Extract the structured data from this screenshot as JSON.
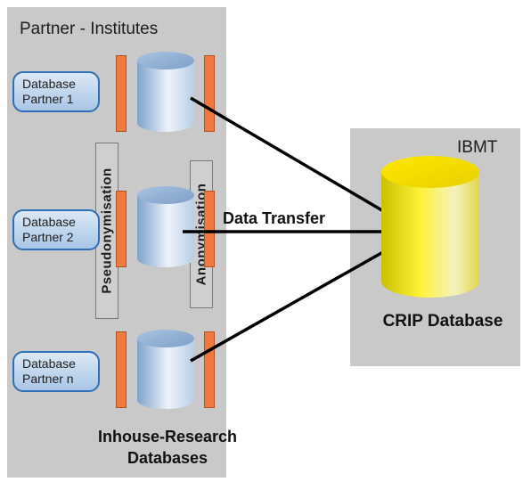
{
  "partner_panel": {
    "title": "Partner - Institutes"
  },
  "ibmt_panel": {
    "title": "IBMT"
  },
  "partners": [
    {
      "line1": "Database",
      "line2": "Partner 1"
    },
    {
      "line1": "Database",
      "line2": "Partner 2"
    },
    {
      "line1": "Database",
      "line2": "Partner n"
    }
  ],
  "pseudonymisation_label": "Pseudonymisation",
  "anonymisation_label": "Anonymisation",
  "transfer_label": "Data Transfer",
  "crip_label": "CRIP Database",
  "inhouse_label": {
    "line1": "Inhouse-Research",
    "line2": "Databases"
  },
  "colors": {
    "panel": "#c9c9c9",
    "orange_bar": "#ee7a3f",
    "db_cylinder": "#8fb0d6",
    "crip_cylinder": "#f0e000",
    "arrow": "#000000"
  }
}
